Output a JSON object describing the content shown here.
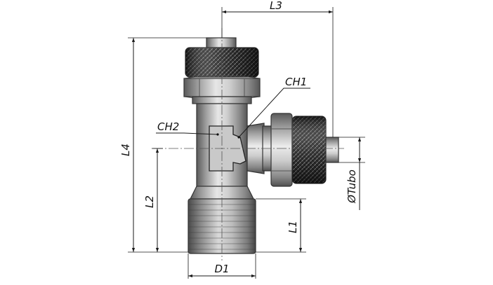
{
  "labels": {
    "l3": "L3",
    "l4": "L4",
    "l2": "L2",
    "l1": "L1",
    "d1": "D1",
    "ch1": "CH1",
    "ch2": "CH2",
    "otubo": "ØTubo"
  }
}
